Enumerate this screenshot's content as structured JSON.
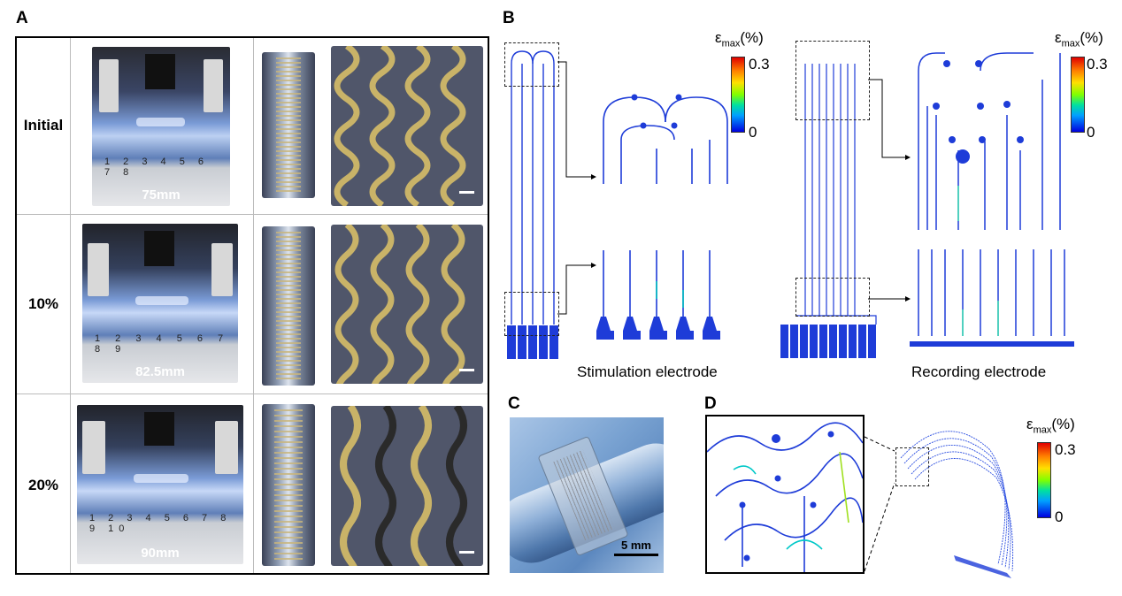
{
  "panels": {
    "a": "A",
    "b": "B",
    "c": "C",
    "d": "D"
  },
  "panel_a": {
    "rows": [
      {
        "label": "Initial",
        "length": "75mm"
      },
      {
        "label": "10%",
        "length": "82.5mm"
      },
      {
        "label": "20%",
        "length": "90mm"
      }
    ],
    "ruler_ticks": "1 2 3 4 5 6 7 8",
    "ruler_ticks_long": "1 2 3 4 5 6 7 8 9 10"
  },
  "panel_b": {
    "colorbar_title": "ε",
    "colorbar_sub": "max",
    "colorbar_unit": "(%)",
    "colorbar_max": "0.3",
    "colorbar_min": "0",
    "stim_caption": "Stimulation electrode",
    "rec_caption": "Recording electrode"
  },
  "panel_c": {
    "scale_label": "5 mm"
  },
  "panel_d": {
    "colorbar_title": "ε",
    "colorbar_sub": "max",
    "colorbar_unit": "(%)",
    "colorbar_max": "0.3",
    "colorbar_min": "0"
  },
  "colors": {
    "trace_blue": "#1e3cd8",
    "strain_high": "#e00000"
  }
}
